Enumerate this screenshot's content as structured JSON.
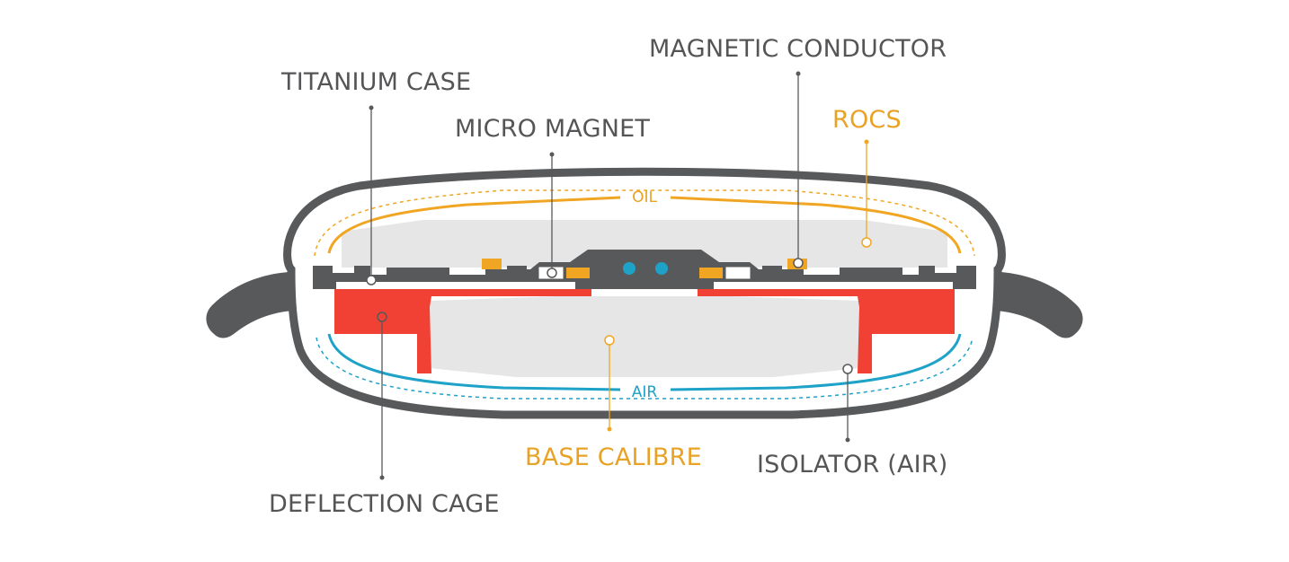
{
  "labels": {
    "titanium_case": "TITANIUM CASE",
    "micro_magnet": "MICRO MAGNET",
    "magnetic_conductor": "MAGNETIC CONDUCTOR",
    "rocs": "ROCS",
    "oil": "OIL",
    "air": "AIR",
    "base_calibre": "BASE CALIBRE",
    "isolator_air": "ISOLATOR (AIR)",
    "deflection_cage": "DEFLECTION CAGE"
  },
  "colors": {
    "case_gray": "#58595b",
    "light_gray": "#e6e6e6",
    "cage_red": "#f04134",
    "oil_orange": "#f0a623",
    "air_blue": "#1ea2c8",
    "text_gray": "#555557",
    "text_orange": "#e8a225"
  }
}
